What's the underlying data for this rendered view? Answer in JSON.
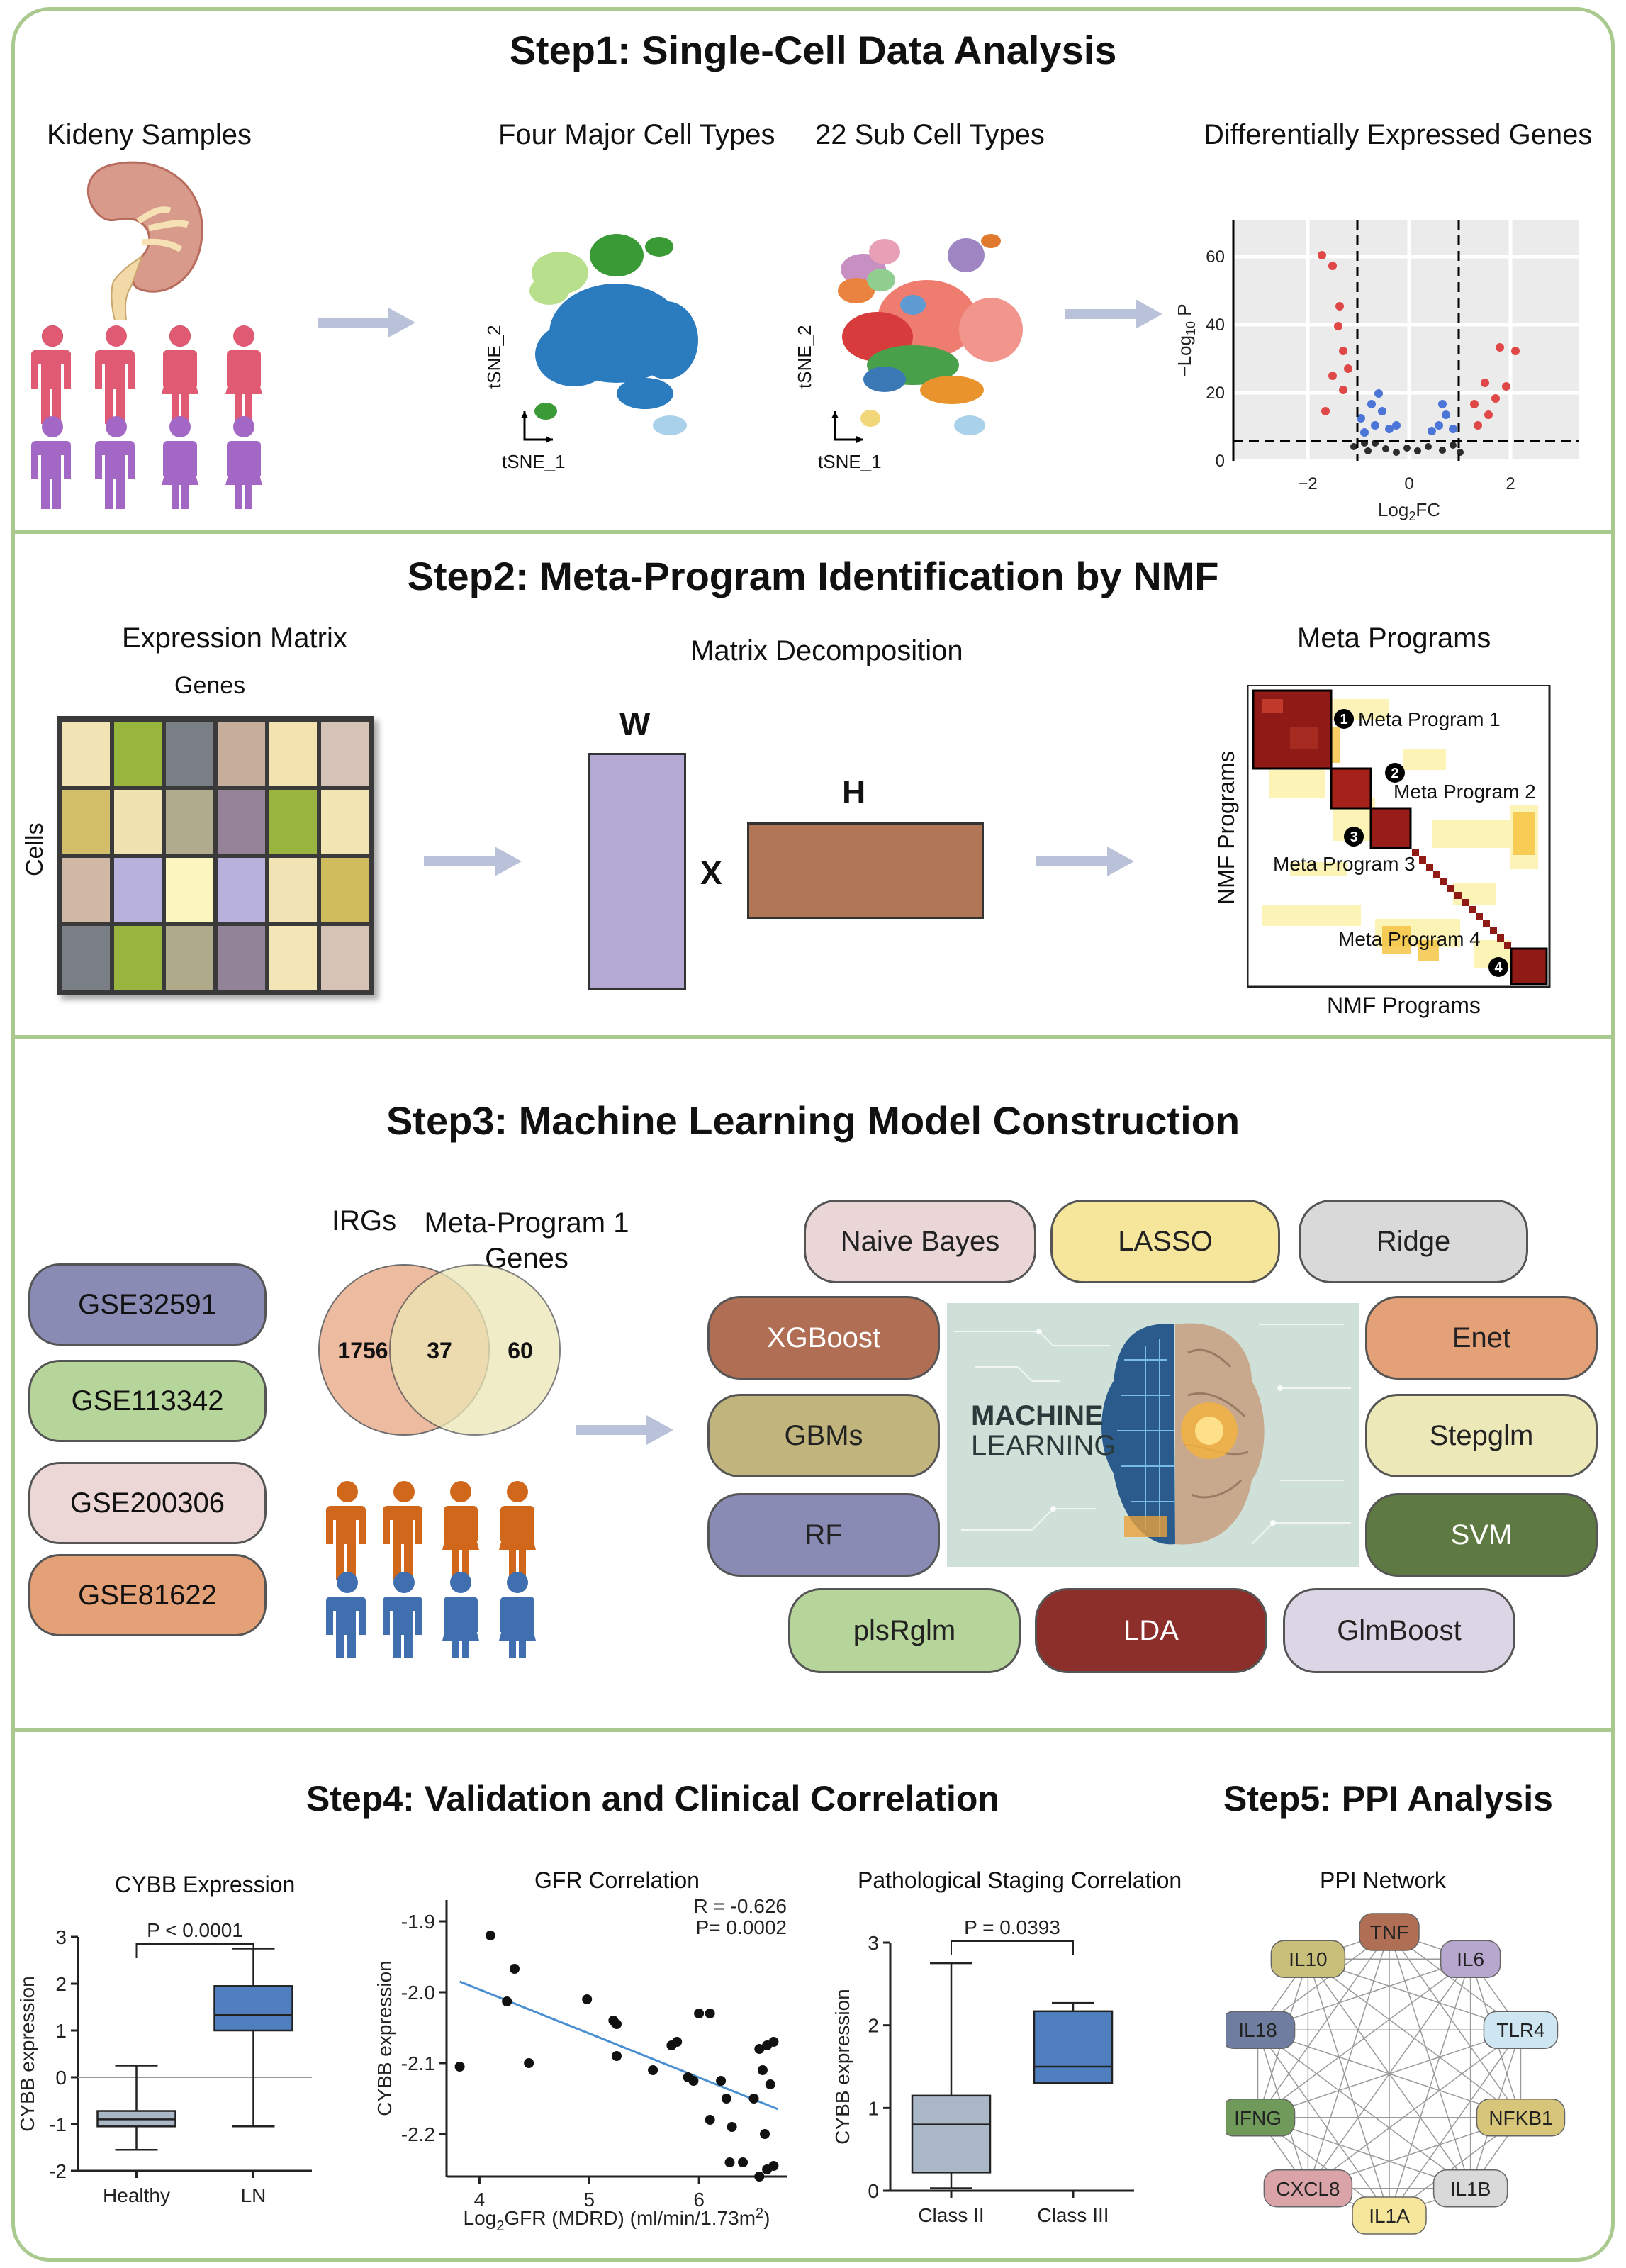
{
  "step1": {
    "title": "Step1: Single-Cell Data Analysis",
    "kidney_label": "Kideny Samples",
    "major_label": "Four Major Cell Types",
    "sub_label": "22 Sub Cell Types",
    "deg_label": "Differentially Expressed Genes",
    "tsne_x": "tSNE_1",
    "tsne_y": "tSNE_2",
    "volcano": {
      "yticks": [
        "60",
        "40",
        "20",
        "0"
      ],
      "xticks": [
        "−2",
        "0",
        "2"
      ],
      "ylabel_prefix": "−Log",
      "ylabel_sub": "10",
      "ylabel_suffix": " P",
      "xlabel_prefix": "Log",
      "xlabel_sub": "2",
      "xlabel_suffix": "FC"
    }
  },
  "step2": {
    "title": "Step2: Meta-Program Identification by NMF",
    "expr_label": "Expression Matrix",
    "genes": "Genes",
    "cells": "Cells",
    "decomp_label": "Matrix Decomposition",
    "w": "W",
    "x": "X",
    "h": "H",
    "meta_label": "Meta Programs",
    "nmf_y": "NMF Programs",
    "nmf_x": "NMF Programs",
    "programs": [
      {
        "num": "1",
        "label": "Meta Program 1"
      },
      {
        "num": "2",
        "label": "Meta Program 2"
      },
      {
        "num": "3",
        "label": "Meta Program 3"
      },
      {
        "num": "4",
        "label": "Meta Program 4"
      }
    ],
    "matrix_colors": [
      [
        "#f1e3b4",
        "#98b53c",
        "#7a7f86",
        "#c6ae9c",
        "#f2e3b1",
        "#d6c3b8"
      ],
      [
        "#d3be69",
        "#f1e2b1",
        "#afab8c",
        "#948399",
        "#9ab53f",
        "#f3e4b3"
      ],
      [
        "#cfb9a6",
        "#b9b1de",
        "#fbf6bd",
        "#b8b1dd",
        "#f1e3b4",
        "#d0bb5d"
      ],
      [
        "#7a7f86",
        "#9ab53f",
        "#afaa8a",
        "#938399",
        "#f3e5b6",
        "#d6c3b6"
      ]
    ]
  },
  "step3": {
    "title": "Step3: Machine Learning Model Construction",
    "datasets": [
      {
        "label": "GSE32591",
        "color": "#8a8bb5"
      },
      {
        "label": "GSE113342",
        "color": "#b6d59a"
      },
      {
        "label": "GSE200306",
        "color": "#ecd6d6"
      },
      {
        "label": "GSE81622",
        "color": "#e4a077"
      }
    ],
    "venn": {
      "left_title": "IRGs",
      "right_title": "Meta-Program 1 Genes",
      "left": "1756",
      "middle": "37",
      "right": "60"
    },
    "models": [
      {
        "label": "Naive Bayes",
        "color": "#ead6d6"
      },
      {
        "label": "LASSO",
        "color": "#f6e69c"
      },
      {
        "label": "Ridge",
        "color": "#d9d9d9"
      },
      {
        "label": "XGBoost",
        "color": "#b06f55"
      },
      {
        "label": "Enet",
        "color": "#e4a077"
      },
      {
        "label": "GBMs",
        "color": "#c1b47c"
      },
      {
        "label": "Stepglm",
        "color": "#ece8b8"
      },
      {
        "label": "RF",
        "color": "#8a8bb5"
      },
      {
        "label": "SVM",
        "color": "#5e7a42"
      },
      {
        "label": "plsRglm",
        "color": "#b6d59a"
      },
      {
        "label": "LDA",
        "color": "#8c2f2b"
      },
      {
        "label": "GlmBoost",
        "color": "#dcd5e6"
      }
    ],
    "ml_line1": "MACHINE",
    "ml_line2": "LEARNING"
  },
  "step4": {
    "title": "Step4: Validation and Clinical Correlation",
    "cybb_title": "CYBB Expression",
    "gfr_title": "GFR Correlation",
    "path_title": "Pathological Staging Correlation",
    "ylabel": "CYBB expression",
    "box1": {
      "p": "P < 0.0001",
      "yticks": [
        "3",
        "2",
        "1",
        "0",
        "-1",
        "-2"
      ],
      "cats": [
        "Healthy",
        "LN"
      ]
    },
    "scatter": {
      "yticks": [
        "-1.9",
        "-2.0",
        "-2.1",
        "-2.2"
      ],
      "xticks": [
        "4",
        "5",
        "6"
      ],
      "r": "R = -0.626",
      "pv": "P= 0.0002",
      "xlabel_a": "Log",
      "xlabel_sub": "2",
      "xlabel_b": "GFR (MDRD) (ml/min/1.73m",
      "xlabel_sup": "2",
      "xlabel_c": ")"
    },
    "box2": {
      "p": "P = 0.0393",
      "yticks": [
        "3",
        "2",
        "1",
        "0"
      ],
      "cats": [
        "Class II",
        "Class III"
      ]
    }
  },
  "step5": {
    "title": "Step5: PPI Analysis",
    "subtitle": "PPI Network",
    "nodes": [
      {
        "label": "TNF",
        "color": "#b06f55"
      },
      {
        "label": "IL6",
        "color": "#b7a7cf"
      },
      {
        "label": "TLR4",
        "color": "#cde6f2"
      },
      {
        "label": "NFKB1",
        "color": "#d7c57a"
      },
      {
        "label": "IL1B",
        "color": "#d9d9d9"
      },
      {
        "label": "IL1A",
        "color": "#f6e69c"
      },
      {
        "label": "CXCL8",
        "color": "#d9a3a8"
      },
      {
        "label": "IFNG",
        "color": "#6f9a5a"
      },
      {
        "label": "IL18",
        "color": "#6f7ea0"
      },
      {
        "label": "IL10",
        "color": "#c8bf7a"
      }
    ]
  },
  "chart_data": [
    {
      "type": "box",
      "title": "CYBB Expression",
      "ylabel": "CYBB expression",
      "ylim": [
        -2,
        3
      ],
      "categories": [
        "Healthy",
        "LN"
      ],
      "boxes": [
        {
          "min": -1.55,
          "q1": -1.05,
          "median": -0.9,
          "q3": -0.72,
          "max": 0.25
        },
        {
          "min": -1.05,
          "q1": 1.0,
          "median": 1.33,
          "q3": 1.95,
          "max": 2.75
        }
      ],
      "annotation": "P < 0.0001"
    },
    {
      "type": "scatter",
      "title": "GFR Correlation",
      "ylabel": "CYBB expression",
      "xlim": [
        3.7,
        6.8
      ],
      "ylim": [
        -2.26,
        -1.87
      ],
      "points": [
        [
          3.82,
          -2.105
        ],
        [
          4.1,
          -1.92
        ],
        [
          4.25,
          -2.013
        ],
        [
          4.32,
          -1.967
        ],
        [
          4.45,
          -2.1
        ],
        [
          4.98,
          -2.01
        ],
        [
          5.22,
          -2.04
        ],
        [
          5.25,
          -2.045
        ],
        [
          5.25,
          -2.09
        ],
        [
          5.58,
          -2.11
        ],
        [
          5.75,
          -2.075
        ],
        [
          5.8,
          -2.07
        ],
        [
          5.95,
          -2.125
        ],
        [
          5.9,
          -2.12
        ],
        [
          6.0,
          -2.03
        ],
        [
          6.1,
          -2.03
        ],
        [
          6.1,
          -2.18
        ],
        [
          6.2,
          -2.125
        ],
        [
          6.25,
          -2.15
        ],
        [
          6.28,
          -2.24
        ],
        [
          6.3,
          -2.19
        ],
        [
          6.4,
          -2.24
        ],
        [
          6.5,
          -2.15
        ],
        [
          6.55,
          -2.08
        ],
        [
          6.55,
          -2.26
        ],
        [
          6.58,
          -2.11
        ],
        [
          6.6,
          -2.2
        ],
        [
          6.62,
          -2.25
        ],
        [
          6.62,
          -2.075
        ],
        [
          6.65,
          -2.13
        ],
        [
          6.68,
          -2.07
        ],
        [
          6.68,
          -2.245
        ]
      ],
      "fit": [
        [
          3.82,
          -1.985
        ],
        [
          6.72,
          -2.165
        ]
      ],
      "annotations": [
        "R = -0.626",
        "P= 0.0002"
      ]
    },
    {
      "type": "box",
      "title": "Pathological Staging Correlation",
      "ylabel": "CYBB expression",
      "ylim": [
        0,
        3
      ],
      "categories": [
        "Class II",
        "Class III"
      ],
      "boxes": [
        {
          "min": 0.03,
          "q1": 0.22,
          "median": 0.8,
          "q3": 1.15,
          "max": 2.75
        },
        {
          "min": 1.3,
          "q1": 1.3,
          "median": 1.5,
          "q3": 2.17,
          "max": 2.27
        }
      ],
      "annotation": "P = 0.0393"
    }
  ]
}
